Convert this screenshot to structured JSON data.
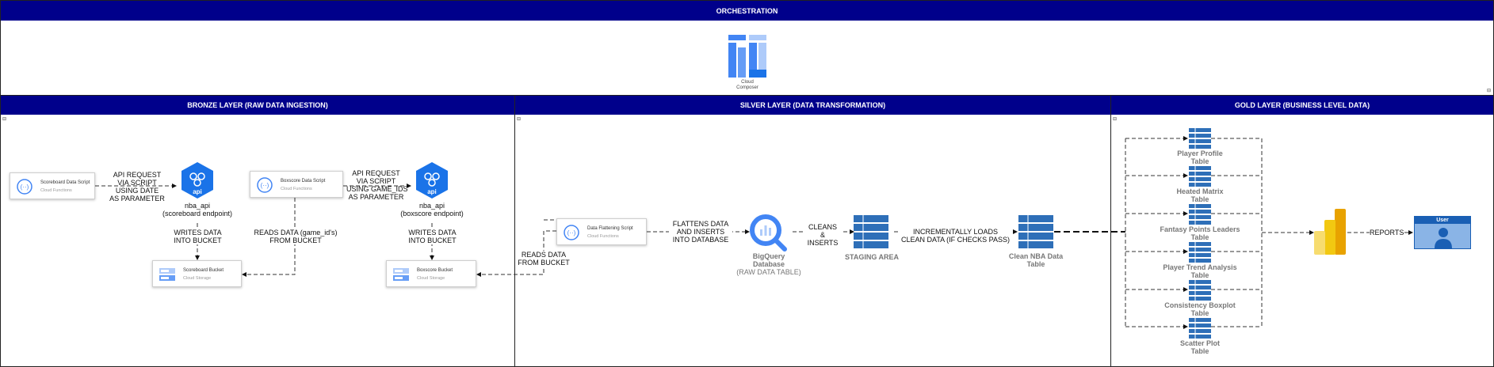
{
  "orchestration": {
    "header": "ORCHESTRATION",
    "composer_label_1": "Cloud",
    "composer_label_2": "Composer"
  },
  "bronze": {
    "header": "BRONZE LAYER (RAW DATA INGESTION)",
    "scoreboard_script": {
      "title": "Scoreboard Data Script",
      "sub": "Cloud Functions"
    },
    "boxscore_script": {
      "title": "Boxscore Data Script",
      "sub": "Cloud Functions"
    },
    "scoreboard_bucket": {
      "title": "Scoreboard Bucket",
      "sub": "Cloud Storage"
    },
    "boxscore_bucket": {
      "title": "Boxscore Bucket",
      "sub": "Cloud Storage"
    },
    "api_badge": "api",
    "api1_request": [
      "API REQUEST",
      "VIA SCRIPT",
      "USING DATE",
      "AS PARAMETER"
    ],
    "api2_request": [
      "API REQUEST",
      "VIA SCRIPT",
      "USING GAME_IDS",
      "AS PARAMETER"
    ],
    "api1_label": [
      "nba_api",
      "(scoreboard endpoint)"
    ],
    "api2_label": [
      "nba_api",
      "(boxscore endpoint)"
    ],
    "writes1": [
      "WRITES DATA",
      "INTO BUCKET"
    ],
    "writes2": [
      "WRITES DATA",
      "INTO BUCKET"
    ],
    "reads_game_ids": [
      "READS DATA (game_id's)",
      "FROM BUCKET"
    ]
  },
  "silver": {
    "header": "SILVER LAYER (DATA TRANSFORMATION)",
    "reads_bucket": [
      "READS DATA",
      "FROM BUCKET"
    ],
    "flatten_script": {
      "title": "Data Flattening Script",
      "sub": "Cloud Functions"
    },
    "flattens": [
      "FLATTENS DATA",
      "AND INSERTS",
      "INTO DATABASE"
    ],
    "bigquery": [
      "BigQuery",
      "Database",
      "(RAW DATA TABLE)"
    ],
    "cleans": [
      "CLEANS",
      "&",
      "INSERTS"
    ],
    "staging": "STAGING AREA",
    "incremental": [
      "INCREMENTALLY LOADS",
      "CLEAN DATA (IF CHECKS PASS)"
    ],
    "clean_table": [
      "Clean NBA Data",
      "Table"
    ]
  },
  "gold": {
    "header": "GOLD LAYER (BUSINESS LEVEL DATA)",
    "tables": [
      [
        "Player Profile",
        "Table"
      ],
      [
        "Heated Matrix",
        "Table"
      ],
      [
        "Fantasy Points Leaders",
        "Table"
      ],
      [
        "Player Trend Analysis",
        "Table"
      ],
      [
        "Consistency Boxplot",
        "Table"
      ],
      [
        "Scatter Plot",
        "Table"
      ]
    ],
    "reports": "REPORTS",
    "user": "User"
  },
  "colors": {
    "header_bg": "#00008b",
    "gcp_blue": "#4285f4",
    "table_blue": "#2e6fb8",
    "powerbi_yellow": "#f2c811"
  }
}
